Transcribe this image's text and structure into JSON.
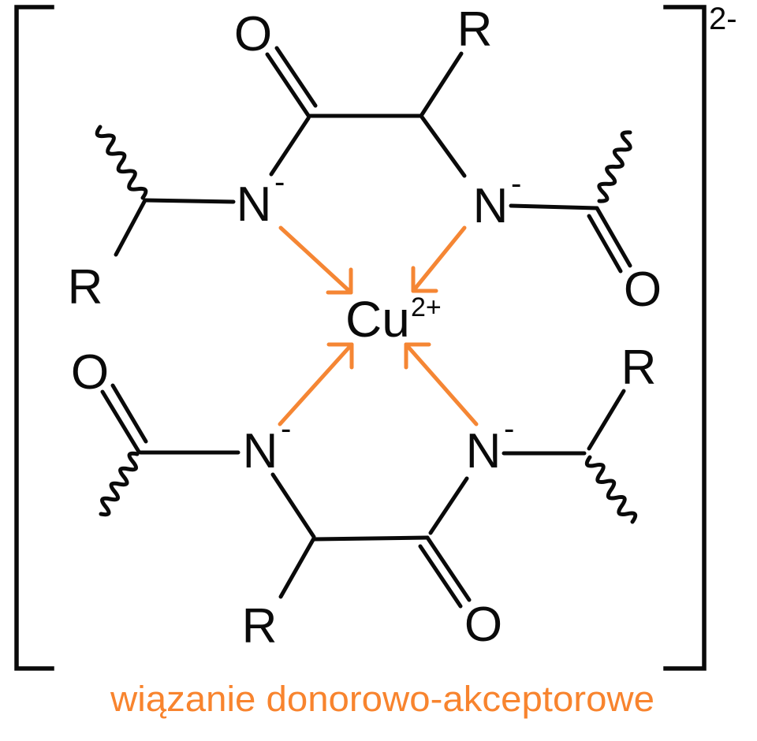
{
  "compound": {
    "central_ion_symbol": "Cu",
    "central_ion_charge": "2+",
    "overall_charge": "2-",
    "nitrogen": "N",
    "nitrogen_charge": "-",
    "oxygen": "O",
    "r_group": "R"
  },
  "caption": "wiązanie donorowo-akceptorowe",
  "colors": {
    "bond": "#0a0a0a",
    "arrow": "#F58634",
    "caption": "#F8842E"
  }
}
